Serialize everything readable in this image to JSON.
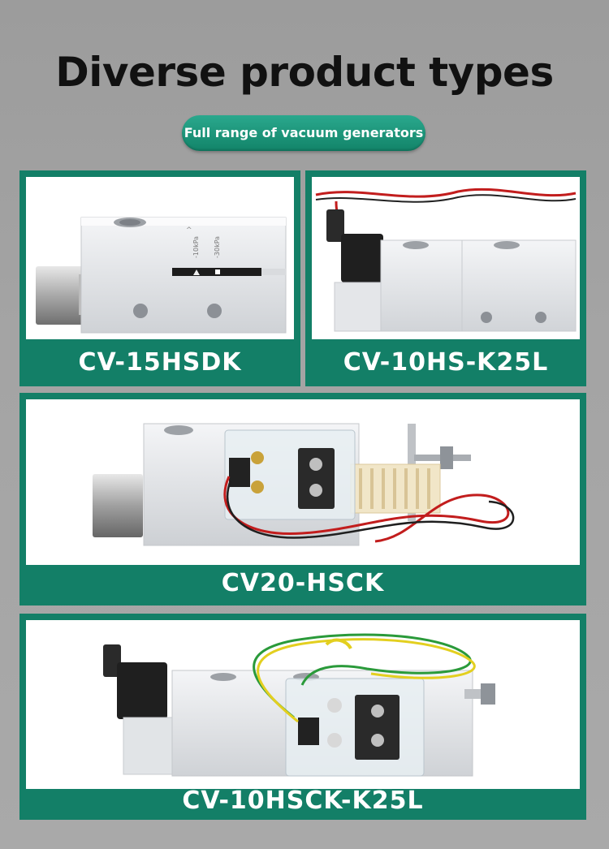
{
  "header": {
    "title": "Diverse product types",
    "subtitle": "Full range of vacuum generators"
  },
  "products": [
    {
      "model": "CV-15HSDK",
      "image": "aluminum vacuum generator with pressure indicator strip"
    },
    {
      "model": "CV-10HS-K25L",
      "image": "vacuum generator with solenoid valve and red wires"
    },
    {
      "model": "CV20-HSCK",
      "image": "vacuum generator with sensor switch, muffler and red/black wires"
    },
    {
      "model": "CV-10HSCK-K25L",
      "image": "vacuum generator with solenoid, sensor switch and green/yellow wires"
    }
  ],
  "colors": {
    "accent_green": "#137f67",
    "background": "#a3a3a3",
    "title_text": "#111111"
  }
}
